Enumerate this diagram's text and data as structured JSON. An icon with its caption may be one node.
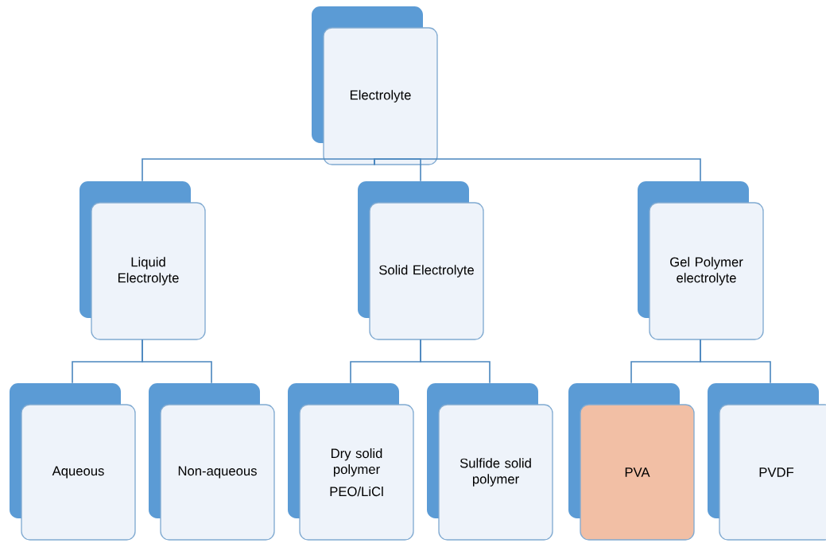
{
  "diagram": {
    "nodes": [
      {
        "text": [
          "Electrolyte"
        ]
      },
      {
        "text": [
          "Liquid Electrolyte"
        ]
      },
      {
        "text": [
          "Solid Electrolyte"
        ]
      },
      {
        "text": [
          "Gel Polymer electrolyte"
        ]
      },
      {
        "text": [
          "Aqueous"
        ]
      },
      {
        "text": [
          "Non-aqueous"
        ]
      },
      {
        "text": [
          "Dry solid polymer",
          "PEO/LiCl"
        ]
      },
      {
        "text": [
          "Sulfide solid polymer"
        ]
      },
      {
        "text": [
          "PVA"
        ]
      },
      {
        "text": [
          "PVDF"
        ]
      }
    ],
    "edges": [
      {
        "from": 0,
        "to": 1,
        "arrow": "none"
      },
      {
        "from": 0,
        "to": 2,
        "arrow": "none"
      },
      {
        "from": 0,
        "to": 3,
        "arrow": "none"
      },
      {
        "from": 1,
        "to": 4,
        "arrow": "none"
      },
      {
        "from": 1,
        "to": 5,
        "arrow": "none"
      },
      {
        "from": 2,
        "to": 6,
        "arrow": "none"
      },
      {
        "from": 2,
        "to": 7,
        "arrow": "none"
      },
      {
        "from": 3,
        "to": 8,
        "arrow": "none"
      },
      {
        "from": 3,
        "to": 9,
        "arrow": "none"
      }
    ]
  }
}
